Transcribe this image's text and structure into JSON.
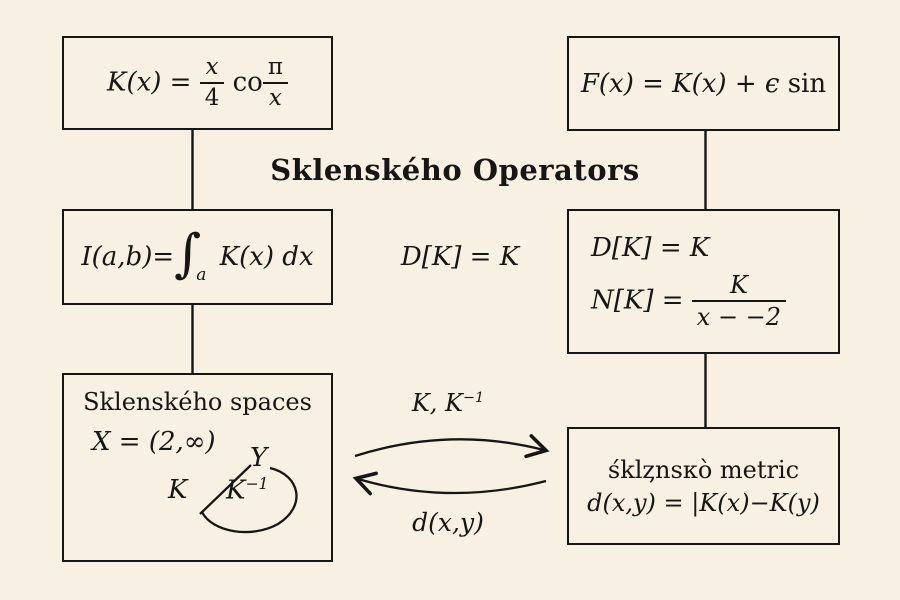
{
  "title": "Sklenského Operators",
  "colors": {
    "background": "#f8f0e2",
    "stroke": "#161616"
  },
  "boxes": {
    "k_definition": {
      "lhs": "K(x) =",
      "frac1": {
        "num": "x",
        "den": "4"
      },
      "operator": "co",
      "frac2": {
        "num": "π",
        "den": "x"
      }
    },
    "f_definition": {
      "formula": "F(x) = K(x) + ϵ",
      "trailing_function": "sin"
    },
    "integral": {
      "lhs": "I(a,b)=",
      "integral_sign": "∫",
      "lower_limit": "a",
      "integrand": "K(x) dx"
    },
    "operators": {
      "line1": "D[K] = K",
      "line2_lhs": "N[K] =",
      "line2_frac": {
        "num": "K",
        "den": "x − −2"
      }
    },
    "spaces": {
      "heading": "Sklenského spaces",
      "set_definition": "X = (2,∞)",
      "label_y": "Y",
      "label_k": "K",
      "label_k_inverse_base": "K",
      "label_k_inverse_sup": "−1"
    },
    "metric": {
      "heading": "śklȥnsᴋò metric",
      "formula": "d(x,y) = |K(x)−K(y)"
    }
  },
  "center_formula": "D[K] = K",
  "arrows": {
    "forward_label_base": "K, K",
    "forward_label_sup": "−1",
    "backward_label": "d(x,y)"
  }
}
